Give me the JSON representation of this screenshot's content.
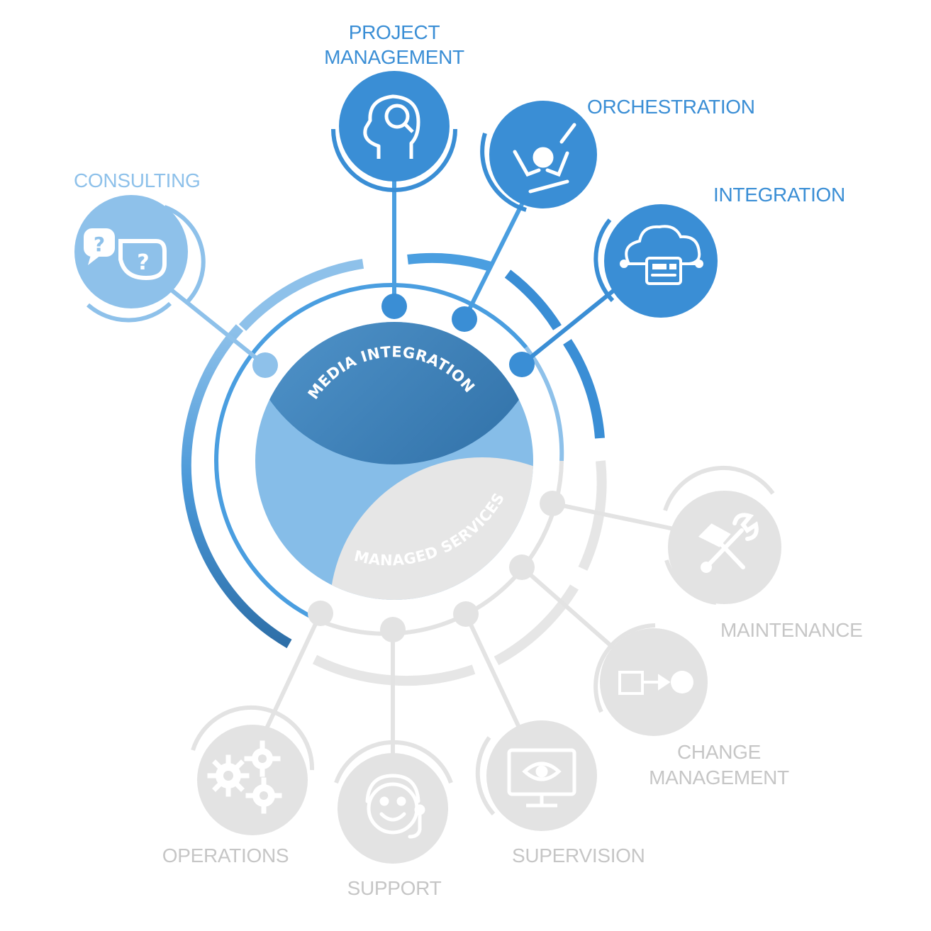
{
  "core": {
    "top_label": "MEDIA INTEGRATION",
    "bottom_label": "MANAGED SERVICES"
  },
  "nodes": {
    "consulting": "CONSULTING",
    "project_management_line1": "PROJECT",
    "project_management_line2": "MANAGEMENT",
    "orchestration": "ORCHESTRATION",
    "integration": "INTEGRATION",
    "maintenance": "MAINTENANCE",
    "change_management_line1": "CHANGE",
    "change_management_line2": "MANAGEMENT",
    "supervision": "SUPERVISION",
    "support": "SUPPORT",
    "operations": "OPERATIONS"
  },
  "colors": {
    "blue_dark": "#3a8ed5",
    "blue_mid": "#4a9ee0",
    "blue_light": "#8ec1ea",
    "blue_deep": "#2e6fa8",
    "gray": "#e3e3e3",
    "gray_text": "#c6c6c6"
  },
  "icons": {
    "consulting": "question-bubbles-icon",
    "project_management": "head-search-icon",
    "orchestration": "conductor-icon",
    "integration": "cloud-network-icon",
    "maintenance": "hammer-wrench-icon",
    "change_management": "square-to-circle-icon",
    "supervision": "monitor-eye-icon",
    "support": "headset-smile-icon",
    "operations": "gears-icon"
  }
}
